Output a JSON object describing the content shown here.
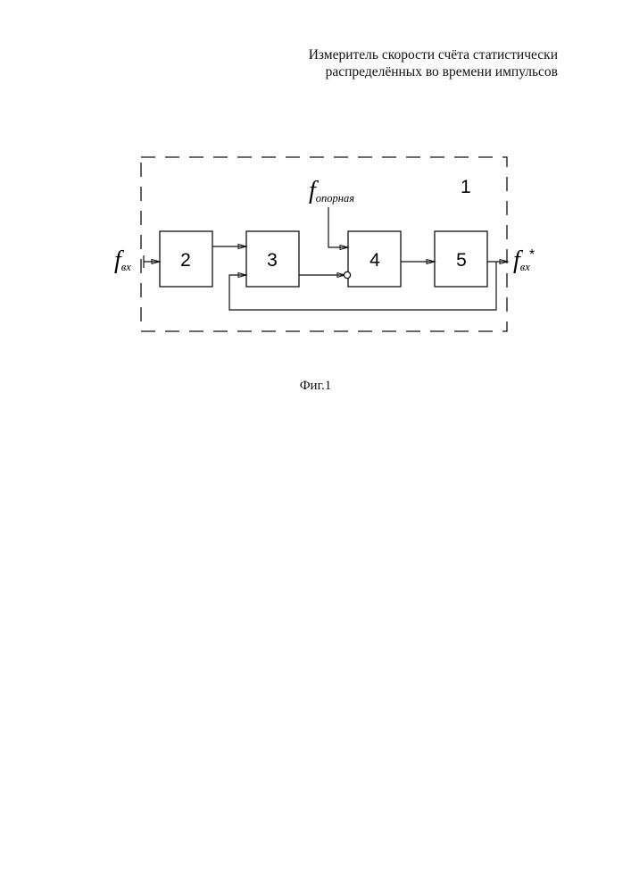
{
  "header": {
    "title_line1": "Измеритель скорости счёта статистически",
    "title_line2": "распределённых во времени импульсов"
  },
  "diagram": {
    "system_label": "1",
    "blocks": [
      {
        "id": "b2",
        "label": "2"
      },
      {
        "id": "b3",
        "label": "3"
      },
      {
        "id": "b4",
        "label": "4"
      },
      {
        "id": "b5",
        "label": "5"
      }
    ],
    "input_symbol": "f",
    "input_subscript": "вх",
    "reference_symbol": "f",
    "reference_subscript": "опорная",
    "output_symbol": "f",
    "output_subscript": "вх",
    "output_superscript": "*"
  },
  "caption": "Фиг.1"
}
